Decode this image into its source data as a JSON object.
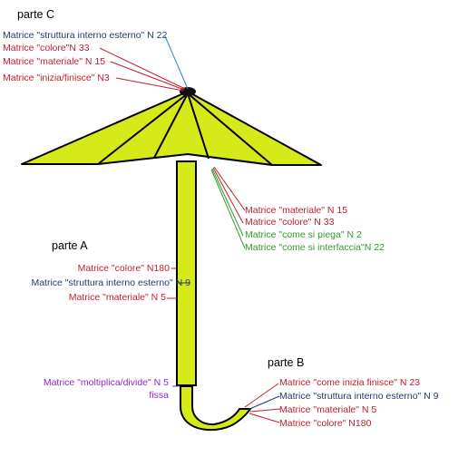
{
  "colors": {
    "red": "#c0202a",
    "blue": "#1e3d6b",
    "green": "#2f9a2f",
    "purple": "#8a2bc0",
    "umbrella_fill": "#d6ea1a",
    "leader_blue": "#2a8fb0"
  },
  "parte_c": {
    "title": "parte C",
    "labels": [
      "Matrice \"struttura interno esterno\" N 22",
      "Matrice \"colore\"N 33",
      "Matrice \"materiale\" N 15",
      "Matrice \"inizia/finisce\" N3"
    ]
  },
  "canopy": {
    "labels": [
      "Matrice \"materiale\" N 15",
      "Matrice \"colore\" N 33",
      "Matrice \"come si piega\"  N 2",
      "Matrice \"come si interfaccia\"N 22"
    ]
  },
  "parte_a": {
    "title": "parte A",
    "labels": [
      "Matrice \"colore\" N180",
      "Matrice \"struttura interno esterno\" N 9",
      "Matrice \"materiale\" N 5"
    ]
  },
  "joint": {
    "label_line1": "Matrice \"moltiplica/divide\" N 5",
    "label_line2": "fissa"
  },
  "parte_b": {
    "title": "parte B",
    "labels": [
      "Matrice \"come inizia finisce\" N 23",
      "Matrice \"struttura interno esterno\" N 9",
      "Matrice \"materiale\" N 5",
      "Matrice \"colore\" N180"
    ]
  }
}
